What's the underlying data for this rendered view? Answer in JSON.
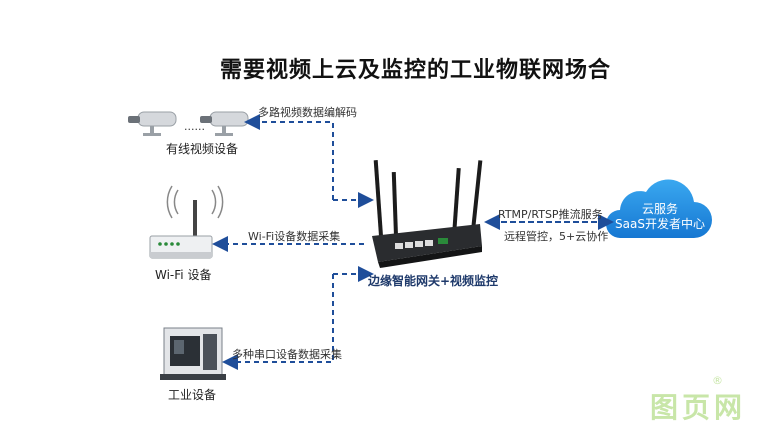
{
  "title": "需要视频上云及监控的工业物联网场合",
  "cameras": {
    "caption": "有线视频设备",
    "dots": "......",
    "link_label": "多路视频数据编解码"
  },
  "wifi": {
    "caption": "Wi-Fi 设备",
    "link_label": "Wi-Fi设备数据采集"
  },
  "industrial": {
    "caption": "工业设备",
    "link_label": "多种串口设备数据采集"
  },
  "gateway": {
    "caption": "边缘智能网关+视频监控"
  },
  "cloud": {
    "line1": "云服务",
    "line2": "SaaS开发者中心",
    "link_label_top": "RTMP/RTSP推流服务",
    "link_label_bottom": "远程管控，5+云协作"
  },
  "watermark": {
    "text": "图页网",
    "mark": "®"
  },
  "colors": {
    "arrow": "#1f4e9a",
    "cloud": "#1a8fe0"
  }
}
